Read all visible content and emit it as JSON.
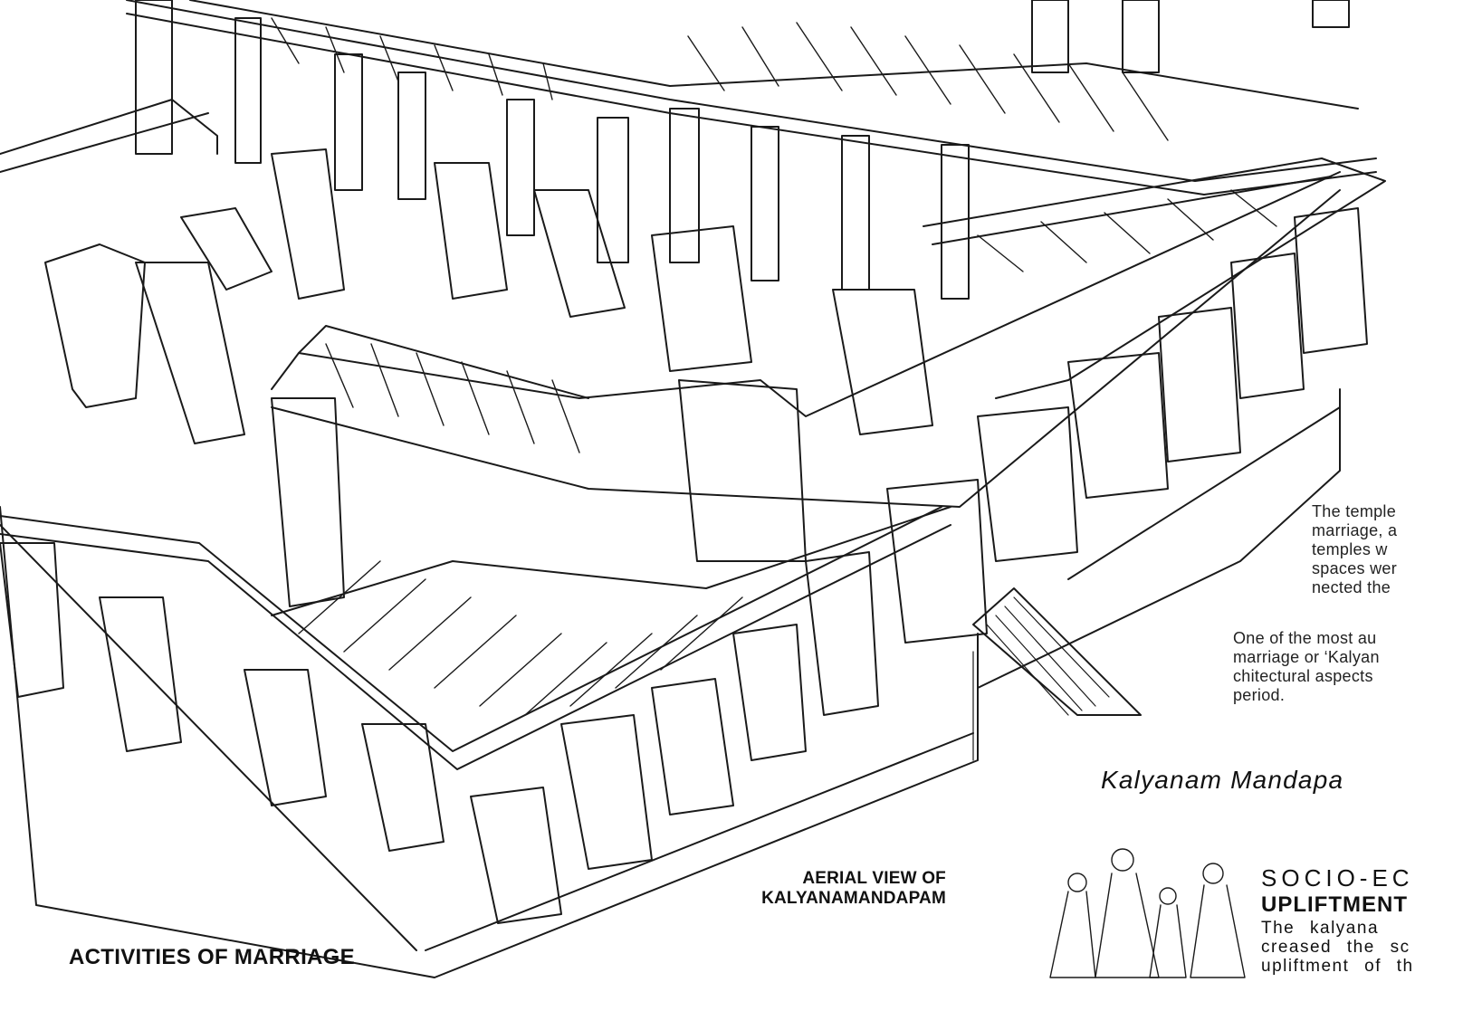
{
  "paragraph_temple": [
    "The temple",
    "marriage, a",
    "temples w",
    "spaces wer",
    "nected the"
  ],
  "paragraph_kalyanam": [
    "One of the most au",
    "marriage or ‘Kalyan",
    "chitectural aspects",
    "period."
  ],
  "section_title": "Kalyanam Mandapa",
  "aerial_caption": [
    "AERIAL VIEW OF",
    "KALYANAMANDAPAM"
  ],
  "activities_heading": "ACTIVITIES OF MARRIAGE",
  "socio_heading": [
    "SOCIO-EC",
    "UPLIFTMENT"
  ],
  "socio_paragraph": [
    "The  kalyana",
    "creased  the sc",
    "upliftment of th"
  ],
  "colors": {
    "ink": "#111111",
    "paper": "#ffffff"
  }
}
